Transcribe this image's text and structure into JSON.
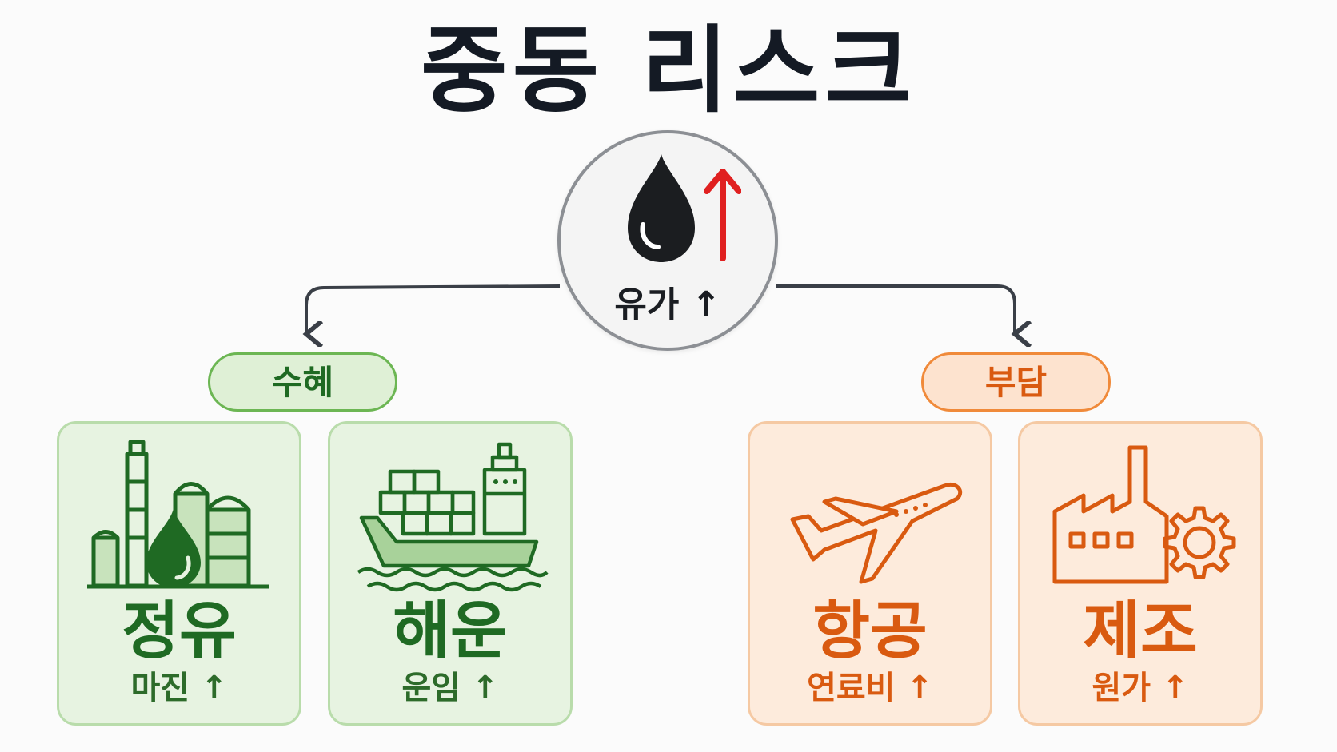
{
  "title": "중동 리스크",
  "center": {
    "label": "유가 ↑",
    "icon": "oil-drop-icon",
    "arrow_icon": "red-up-arrow-icon"
  },
  "groups": [
    {
      "label": "수혜",
      "color": "#1f6a23",
      "cards": [
        {
          "name": "정유",
          "sub": "마진 ↑",
          "icon": "refinery-icon"
        },
        {
          "name": "해운",
          "sub": "운임 ↑",
          "icon": "cargo-ship-icon"
        }
      ]
    },
    {
      "label": "부담",
      "color": "#d95a10",
      "cards": [
        {
          "name": "항공",
          "sub": "연료비 ↑",
          "icon": "airplane-icon"
        },
        {
          "name": "제조",
          "sub": "원가 ↑",
          "icon": "factory-gear-icon"
        }
      ]
    }
  ]
}
